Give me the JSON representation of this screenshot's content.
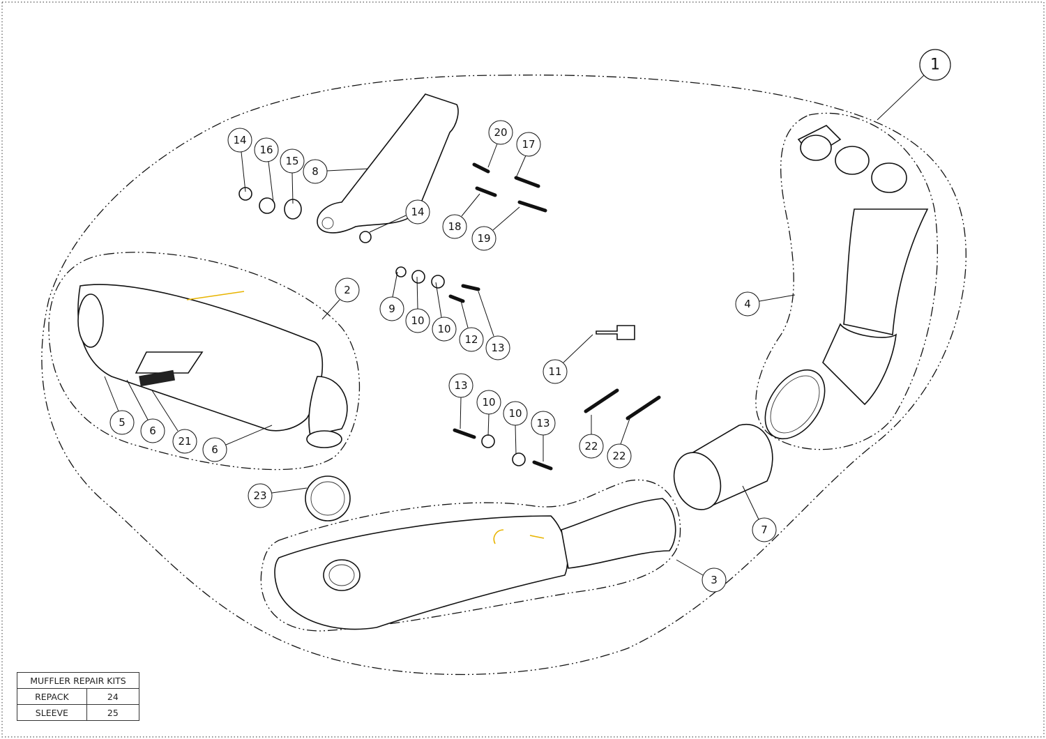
{
  "callouts": {
    "c1": "1",
    "c2": "2",
    "c3": "3",
    "c4": "4",
    "c5": "5",
    "c6a": "6",
    "c6b": "6",
    "c7": "7",
    "c8": "8",
    "c9": "9",
    "c10a": "10",
    "c10b": "10",
    "c10c": "10",
    "c10d": "10",
    "c11": "11",
    "c12": "12",
    "c13a": "13",
    "c13b": "13",
    "c13c": "13",
    "c14a": "14",
    "c14b": "14",
    "c15": "15",
    "c16": "16",
    "c17": "17",
    "c18": "18",
    "c19": "19",
    "c20": "20",
    "c21": "21",
    "c22a": "22",
    "c22b": "22",
    "c23": "23"
  },
  "repair_kits": {
    "title": "MUFFLER REPAIR KITS",
    "rows": [
      {
        "label": "REPACK",
        "ref": "24"
      },
      {
        "label": "SLEEVE",
        "ref": "25"
      }
    ]
  },
  "colors": {
    "line": "#111111",
    "accent": "#e8b400"
  }
}
